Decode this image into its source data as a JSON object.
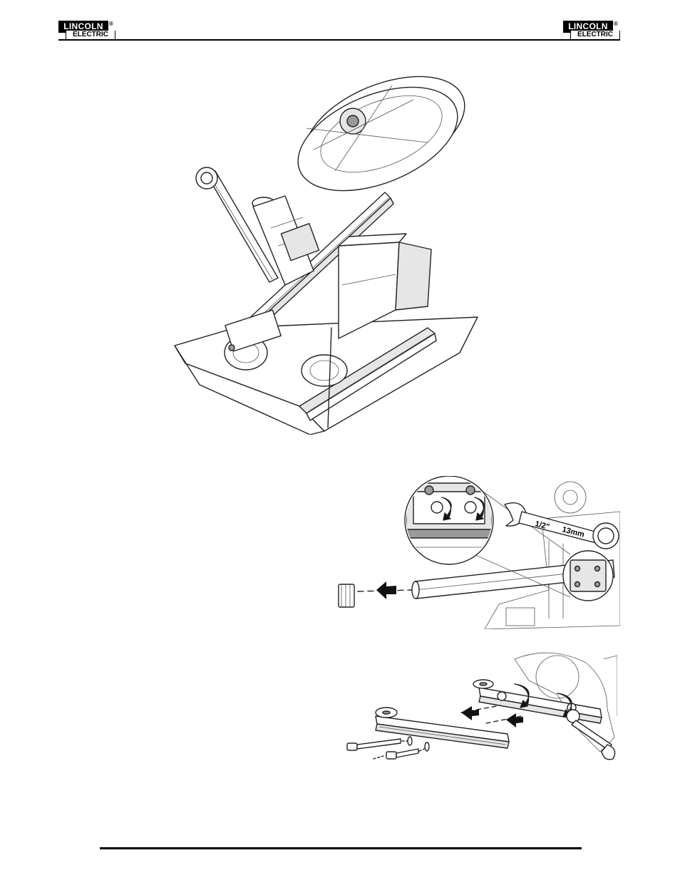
{
  "header": {
    "logo_left": {
      "top": "LINCOLN",
      "bottom": "ELECTRIC",
      "mark": "®"
    },
    "logo_right": {
      "top": "LINCOLN",
      "bottom": "ELECTRIC",
      "mark": "®"
    }
  },
  "figures": {
    "wrench": {
      "size_imperial": "1/2\"",
      "size_metric": "13mm"
    }
  }
}
